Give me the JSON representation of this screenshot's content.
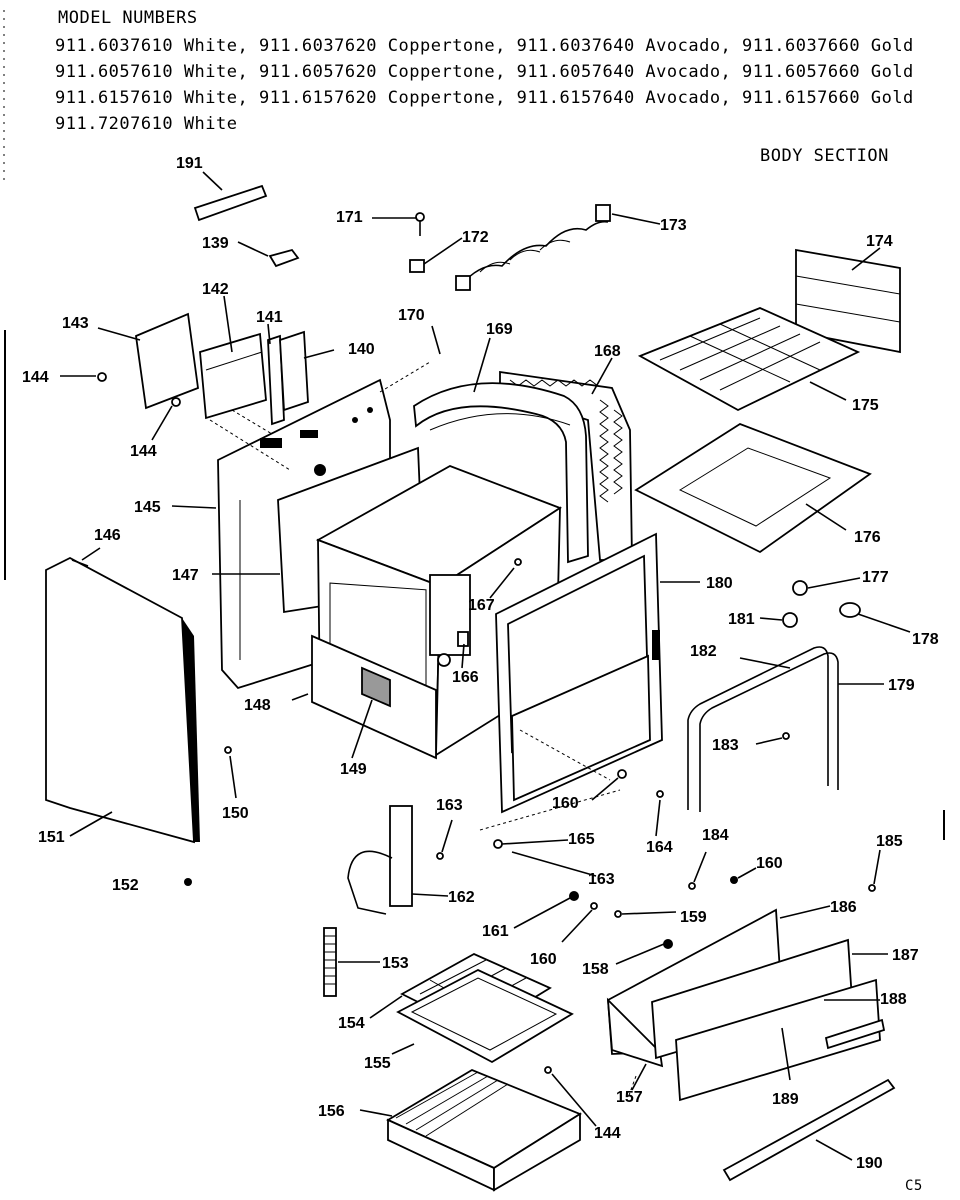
{
  "header": {
    "title": "MODEL NUMBERS",
    "rows": [
      "911.6037610 White,  911.6037620 Coppertone,  911.6037640 Avocado,  911.6037660 Gold",
      "911.6057610 White,  911.6057620 Coppertone,  911.6057640 Avocado,  911.6057660 Gold",
      "911.6157610 White,  911.6157620 Coppertone,  911.6157640 Avocado,  911.6157660 Gold",
      "911.7207610 White"
    ],
    "section": "BODY SECTION",
    "page_code": "C5"
  },
  "callouts": [
    "191",
    "139",
    "171",
    "172",
    "173",
    "174",
    "143",
    "142",
    "141",
    "140",
    "170",
    "169",
    "168",
    "175",
    "144",
    "144",
    "145",
    "176",
    "146",
    "147",
    "167",
    "180",
    "177",
    "181",
    "178",
    "166",
    "182",
    "179",
    "148",
    "149",
    "183",
    "150",
    "151",
    "163",
    "160",
    "164",
    "165",
    "184",
    "160",
    "185",
    "152",
    "163",
    "162",
    "161",
    "159",
    "186",
    "153",
    "160",
    "158",
    "187",
    "188",
    "154",
    "155",
    "157",
    "189",
    "156",
    "144",
    "190"
  ]
}
